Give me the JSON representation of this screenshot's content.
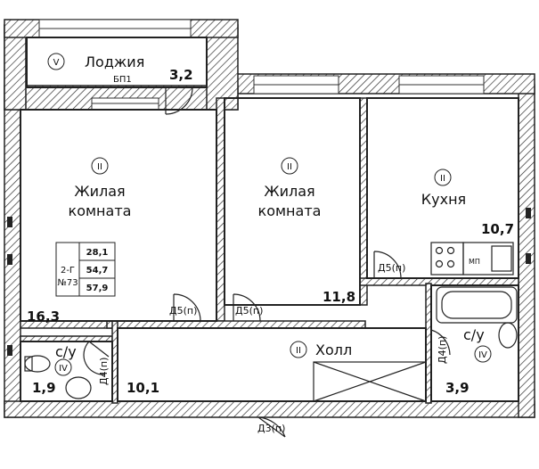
{
  "apartment": {
    "rooms_count": "2-Г",
    "number": "№73",
    "areas": [
      "28,1",
      "54,7",
      "57,9"
    ]
  },
  "rooms": {
    "loggia": {
      "label": "Лоджия",
      "code": "БП1",
      "area": "3,2",
      "category": "V"
    },
    "living1": {
      "label1": "Жилая",
      "label2": "комната",
      "area": "16,3",
      "category": "II"
    },
    "living2": {
      "label1": "Жилая",
      "label2": "комната",
      "area": "11,8",
      "category": "II"
    },
    "kitchen": {
      "label": "Кухня",
      "area": "10,7",
      "category": "II"
    },
    "hall": {
      "label": "Холл",
      "area": "10,1",
      "category": "II"
    },
    "wc_left": {
      "label": "с/у",
      "area": "1,9",
      "category": "IV"
    },
    "bath_right": {
      "label": "с/у",
      "area": "3,9",
      "category": "IV"
    }
  },
  "doors": {
    "d5_living1": "Д5(п)",
    "d5_living2": "Д5(п)",
    "d5_kitchen": "Д5(п)",
    "d4_left": "Д4(п)",
    "d4_right": "Д4(п)",
    "d3_entry": "Д3(п)"
  },
  "appliances": {
    "dishwasher": "МП"
  }
}
